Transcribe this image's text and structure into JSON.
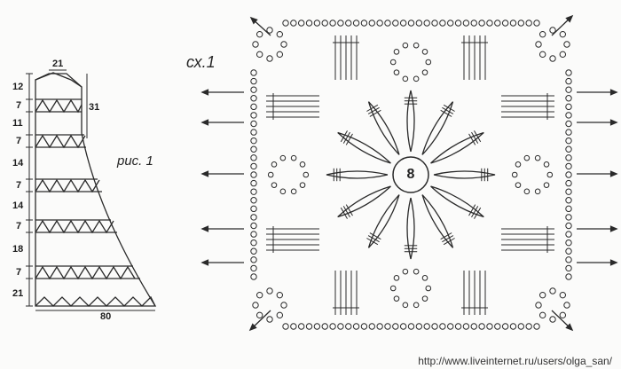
{
  "pattern": {
    "figure_label": "рис. 1",
    "schematic": {
      "top_width": "21",
      "bottom_width": "80",
      "right_height": "31",
      "left_heights": [
        "12",
        "7",
        "11",
        "7",
        "14",
        "7",
        "14",
        "7",
        "18",
        "7",
        "21"
      ]
    }
  },
  "chart": {
    "label": "сх.1",
    "center_number": "8",
    "motif": "square-flower"
  },
  "watermark": "http://www.liveinternet.ru/users/olga_san/",
  "colors": {
    "ink": "#2a2a2a",
    "paper": "#fbfbfa"
  }
}
